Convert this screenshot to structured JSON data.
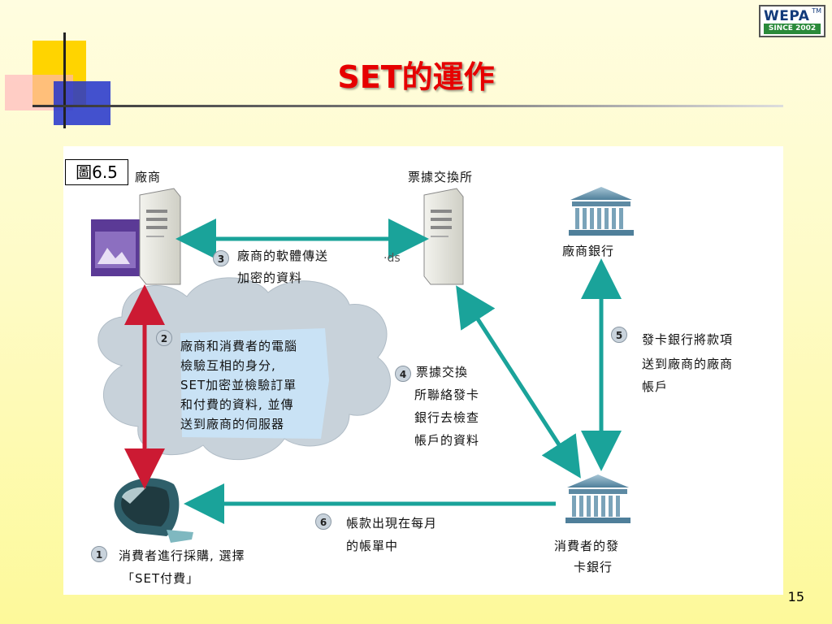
{
  "slide": {
    "title": "SET的運作",
    "page_number": "15"
  },
  "logo": {
    "main": "WEPA",
    "tm": "TM",
    "sub": "SINCE 2002"
  },
  "figure": {
    "label": "圖6.5",
    "nodes": {
      "merchant": "廠商",
      "clearinghouse": "票據交換所",
      "merchant_bank": "廠商銀行",
      "consumer_bank": [
        "消費者的發",
        "卡銀行"
      ]
    },
    "stray_text": "·ds",
    "steps": [
      {
        "num": "1",
        "lines": [
          "消費者進行採購, 選擇",
          "「SET付費」"
        ]
      },
      {
        "num": "2",
        "lines": [
          "廠商和消費者的電腦",
          "檢驗互相的身分,",
          "SET加密並檢驗訂單",
          "和付費的資料, 並傳",
          "送到廠商的伺服器"
        ]
      },
      {
        "num": "3",
        "lines": [
          "廠商的軟體傳送",
          "加密的資料"
        ]
      },
      {
        "num": "4",
        "lines": [
          "票據交換",
          "所聯絡發卡",
          "銀行去檢查",
          "帳戶的資料"
        ]
      },
      {
        "num": "5",
        "lines": [
          "發卡銀行將款項",
          "送到廠商的廠商",
          "帳戶"
        ]
      },
      {
        "num": "6",
        "lines": [
          "帳款出現在每月",
          "的帳單中"
        ]
      }
    ],
    "colors": {
      "arrow_teal": "#1aa39a",
      "arrow_red": "#cc1a33",
      "cloud_fill": "#c8d2da",
      "text_box_fill": "#c9e2f5",
      "title_red": "#e60000"
    }
  }
}
